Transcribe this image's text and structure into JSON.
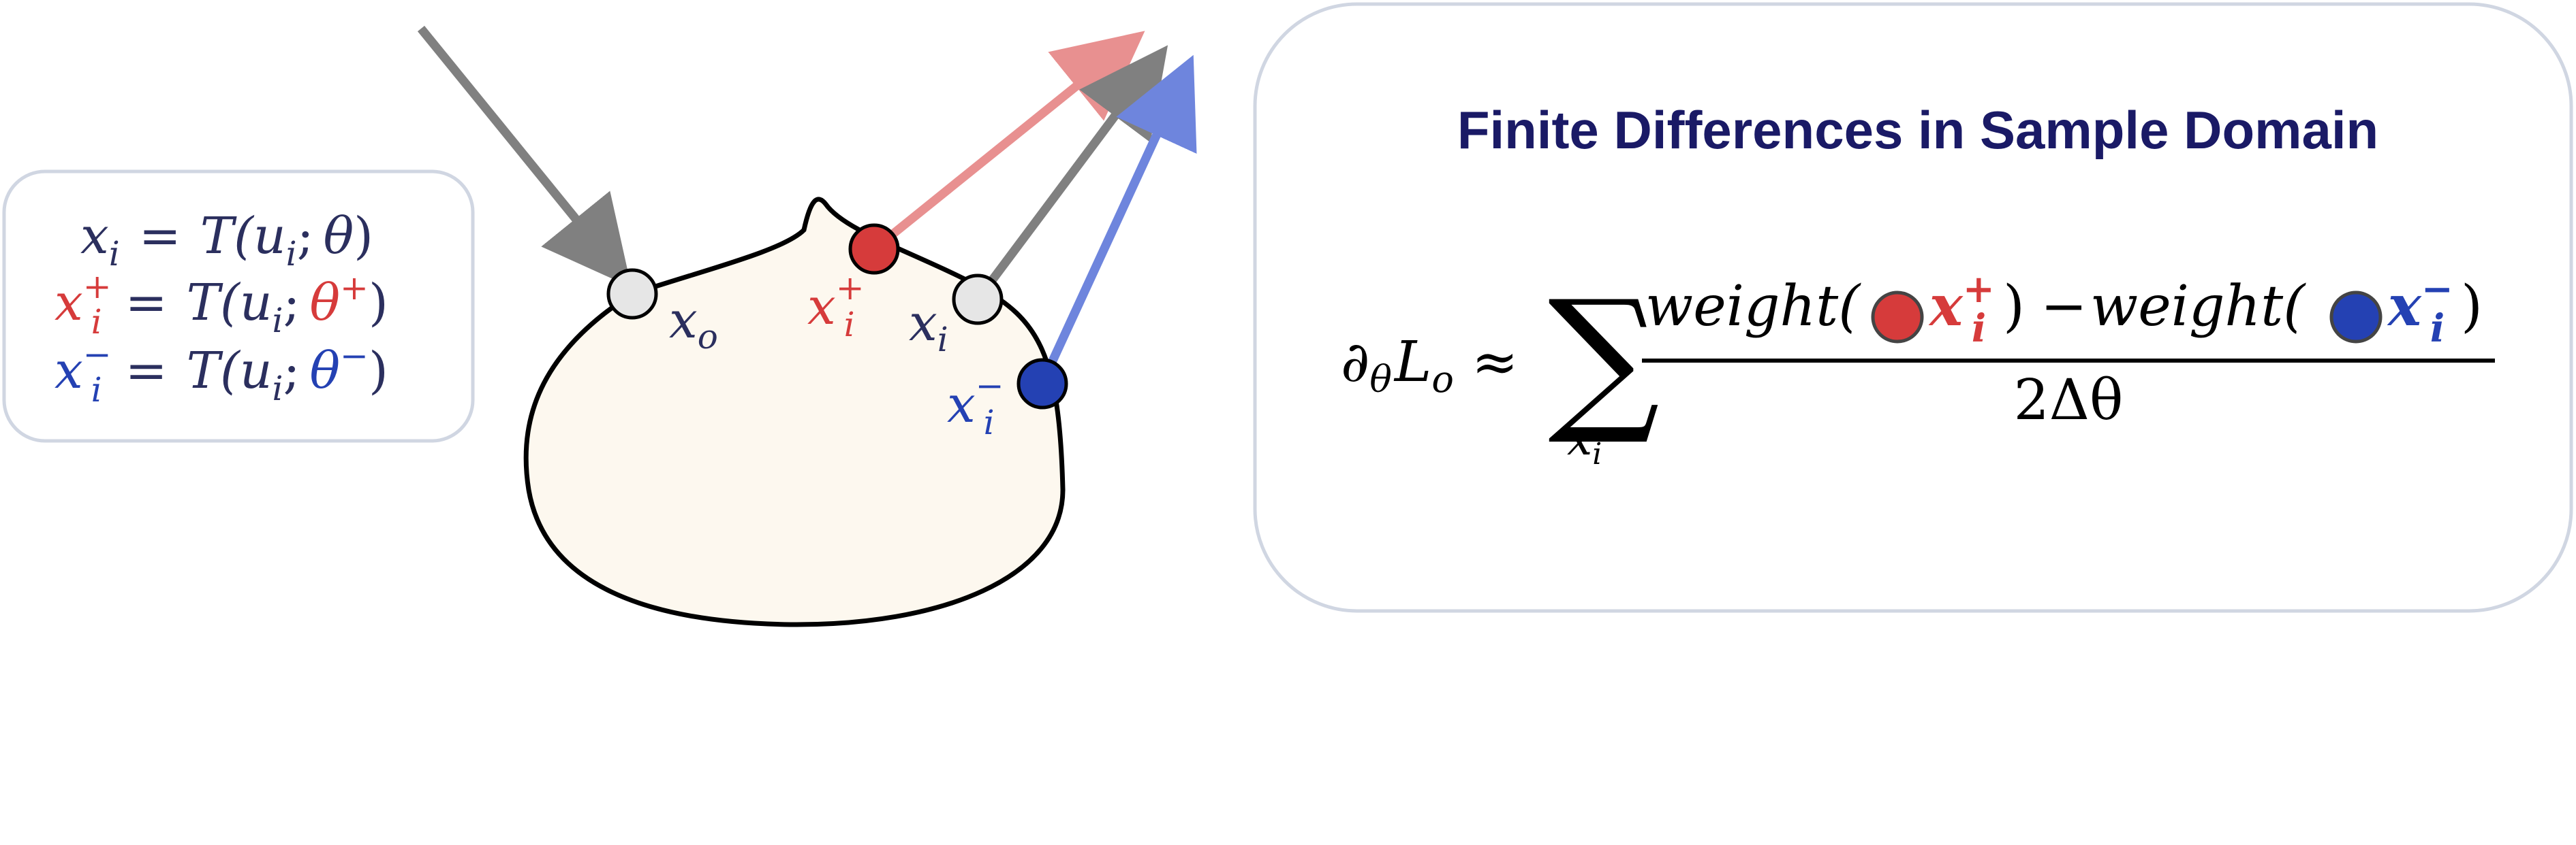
{
  "colors": {
    "navy": "#2b2f5e",
    "red": "#d63b3b",
    "blue": "#2441b3",
    "gray_point": "#e6e6e6",
    "gray_arrow": "#808080",
    "red_arrow": "#e89090",
    "blue_arrow": "#6e85dd",
    "blob_fill": "#fdf8ef",
    "panel_stroke": "#d0d6e2",
    "title": "#1a1a66"
  },
  "left_panel": {
    "line1": {
      "lhs_base": "x",
      "lhs_sub": "i",
      "eq": "=",
      "rhs": "T(u",
      "rhs_sub": "i",
      "rhs_sep": ";",
      "param": "θ",
      "param_sup": "",
      "close": ")"
    },
    "line2": {
      "lhs_base": "x",
      "lhs_sub": "i",
      "lhs_sup": "+",
      "eq": "=",
      "rhs": "T(u",
      "rhs_sub": "i",
      "rhs_sep": ";",
      "param": "θ",
      "param_sup": "+",
      "close": ")"
    },
    "line3": {
      "lhs_base": "x",
      "lhs_sub": "i",
      "lhs_sup": "−",
      "eq": "=",
      "rhs": "T(u",
      "rhs_sub": "i",
      "rhs_sep": ";",
      "param": "θ",
      "param_sup": "−",
      "close": ")"
    }
  },
  "scene": {
    "labels": {
      "xo_base": "x",
      "xo_sub": "o",
      "xplus_base": "x",
      "xplus_sub": "i",
      "xplus_sup": "+",
      "xi_base": "x",
      "xi_sub": "i",
      "xminus_base": "x",
      "xminus_sub": "i",
      "xminus_sup": "−"
    }
  },
  "right_panel": {
    "title": "Finite Differences in Sample Domain",
    "formula": {
      "partial": "∂",
      "partial_sub": "θ",
      "L": "L",
      "L_sub": "o",
      "approx": "≈",
      "sum": "∑",
      "sum_sub_base": "x",
      "sum_sub_sub": "i",
      "weight": "weight(",
      "close": ")",
      "minus": "−",
      "x_base": "x",
      "x_sub": "i",
      "x_plus_sup": "+",
      "x_minus_sup": "−",
      "denominator": "2Δθ"
    }
  }
}
